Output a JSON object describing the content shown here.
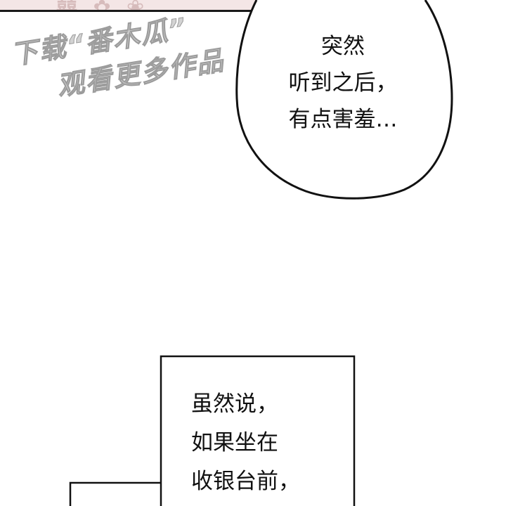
{
  "watermark": {
    "line1": "下载“番木瓜”",
    "line2": "观看更多作品"
  },
  "speech_bubble": {
    "lines": [
      "突然",
      "听到之后，",
      "有点害羞…"
    ]
  },
  "caption_box": {
    "lines": [
      "虽然说，",
      "如果坐在",
      "收银台前，"
    ]
  },
  "colors": {
    "ink": "#111111",
    "strip": "#f4e6e6",
    "watermark_fill": "#d3d3d3"
  }
}
